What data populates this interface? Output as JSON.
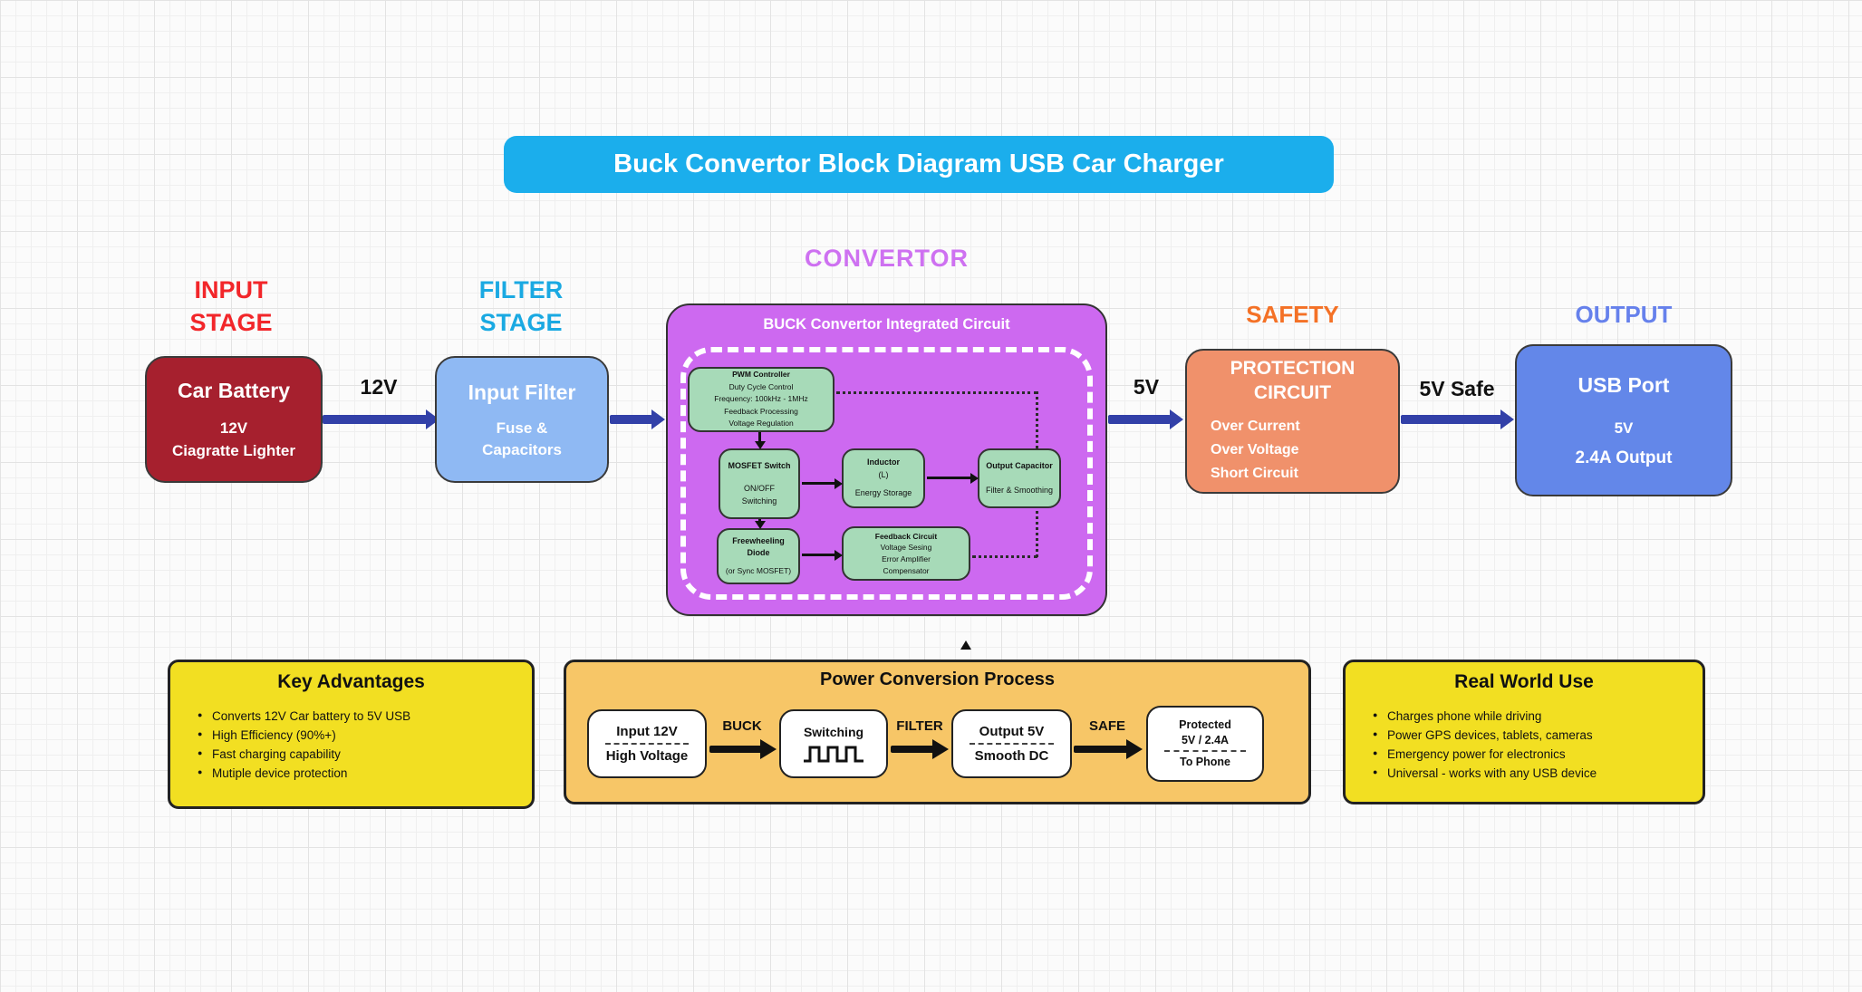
{
  "colors": {
    "banner_bg": "#1BAEEC",
    "input_heading": "#F2262A",
    "filter_heading": "#1AA9E2",
    "convertor_heading": "#CE71F1",
    "safety_heading": "#F47126",
    "output_heading": "#6681EC",
    "car_battery_box": "#A6202E",
    "input_filter_box": "#8FB9F3",
    "convertor_box": "#CD69F0",
    "green_subbox": "#A7DAB8",
    "protection_box": "#F0916B",
    "usb_box": "#6387E9",
    "yellow_panel": "#F2DF22",
    "process_panel": "#F7C667",
    "flow_arrow": "#3240A8"
  },
  "banner": {
    "title": "Buck Convertor Block Diagram USB Car Charger"
  },
  "flow": {
    "arrows": {
      "a1": "12V",
      "a2": "5V",
      "a3": "5V Safe"
    },
    "input_stage": {
      "heading1": "INPUT",
      "heading2": "STAGE",
      "box_title": "Car Battery",
      "box_line1": "12V",
      "box_line2": "Ciagratte Lighter"
    },
    "filter_stage": {
      "heading1": "FILTER",
      "heading2": "STAGE",
      "box_title": "Input Filter",
      "box_line1": "Fuse &",
      "box_line2": "Capacitors"
    },
    "convertor": {
      "heading": "CONVERTOR",
      "ic_title": "BUCK Convertor Integrated Circuit",
      "pwm": {
        "l1": "PWM Controller",
        "l2": "Duty Cycle Control",
        "l3": "Frequency: 100kHz - 1MHz",
        "l4": "Feedback Processing",
        "l5": "Voltage Regulation"
      },
      "mosfet": {
        "l1": "MOSFET Switch",
        "l2": "ON/OFF",
        "l3": "Switching"
      },
      "inductor": {
        "l1": "Inductor",
        "l2": "(L)",
        "l3": "Energy Storage"
      },
      "capacitor": {
        "l1": "Output Capacitor",
        "l2": "Filter & Smoothing"
      },
      "diode": {
        "l1": "Freewheeling",
        "l2": "Diode",
        "l3": "(or Sync MOSFET)"
      },
      "feedback": {
        "l1": "Feedback Circuit",
        "l2": "Voltage Sesing",
        "l3": "Error Amplifier",
        "l4": "Compensator"
      }
    },
    "safety": {
      "heading": "SAFETY",
      "box_title1": "PROTECTION",
      "box_title2": "CIRCUIT",
      "item1": "Over Current",
      "item2": "Over Voltage",
      "item3": "Short Circuit"
    },
    "output": {
      "heading": "OUTPUT",
      "box_title": "USB Port",
      "box_line1": "5V",
      "box_line2": "2.4A Output"
    }
  },
  "panels": {
    "advantages": {
      "title": "Key Advantages",
      "items": [
        "Converts 12V Car battery to 5V USB",
        "High Efficiency (90%+)",
        "Fast charging capability",
        "Mutiple device protection"
      ]
    },
    "process": {
      "title": "Power Conversion Process",
      "step1": {
        "top": "Input 12V",
        "bottom": "High Voltage"
      },
      "step2": {
        "top": "Switching"
      },
      "step3": {
        "top": "Output 5V",
        "bottom": "Smooth DC"
      },
      "step4": {
        "top": "Protected",
        "mid": "5V / 2.4A",
        "bottom": "To Phone"
      },
      "label1": "BUCK",
      "label2": "FILTER",
      "label3": "SAFE"
    },
    "real_world": {
      "title": "Real World Use",
      "items": [
        "Charges phone while driving",
        "Power GPS devices, tablets, cameras",
        "Emergency power for electronics",
        "Universal - works with any USB device"
      ]
    }
  }
}
